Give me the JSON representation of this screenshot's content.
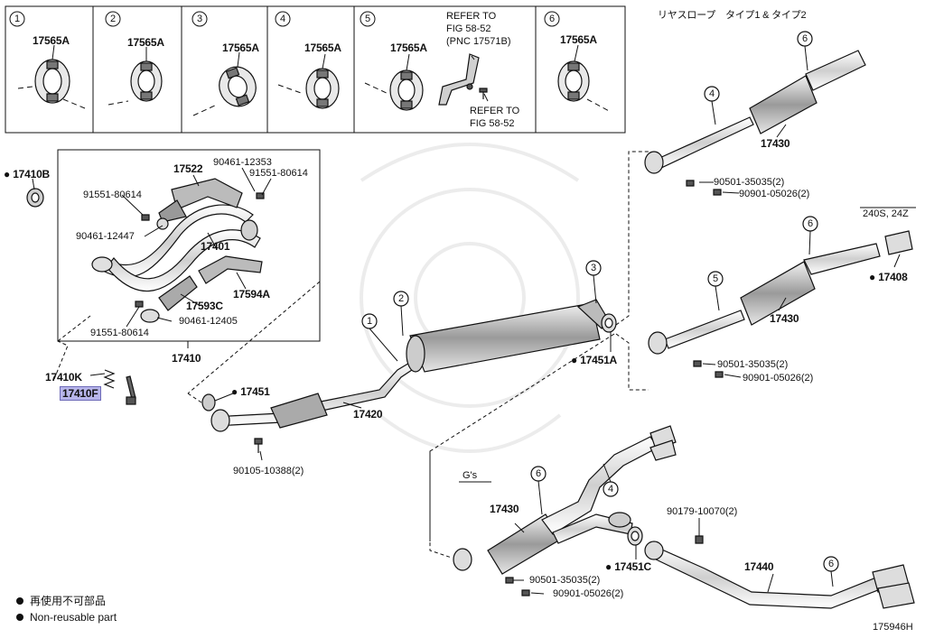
{
  "panels": [
    {
      "num": "1",
      "part": "17565A"
    },
    {
      "num": "2",
      "part": "17565A"
    },
    {
      "num": "3",
      "part": "17565A"
    },
    {
      "num": "4",
      "part": "17565A"
    },
    {
      "num": "5",
      "part": "17565A",
      "ref1": [
        "REFER TO",
        "FIG 58-52",
        "(PNC 17571B)"
      ],
      "ref2": [
        "REFER TO",
        "FIG 58-52"
      ]
    },
    {
      "num": "6",
      "part": "17565A"
    }
  ],
  "variant_labels": {
    "rear_slope": "リヤスロープ　タイプ1 & タイプ2",
    "grade_240": "240S, 24Z",
    "gs": "G's"
  },
  "callouts": [
    "1",
    "2",
    "3",
    "4",
    "5",
    "6"
  ],
  "parts": {
    "p17410B": "17410B",
    "p17522": "17522",
    "p90461_12353": "90461-12353",
    "p91551_80614a": "91551-80614",
    "p91551_80614b": "91551-80614",
    "p90461_12447": "90461-12447",
    "p17401": "17401",
    "p17594A": "17594A",
    "p17593C": "17593C",
    "p91551_80614c": "91551-80614",
    "p90461_12405": "90461-12405",
    "p17410": "17410",
    "p17410K": "17410K",
    "p17410F": "17410F",
    "p17451": "17451",
    "p17420": "17420",
    "p90105_10388": "90105-10388(2)",
    "p17451A": "17451A",
    "p17430a": "17430",
    "p90501_a": "90501-35035(2)",
    "p90901_a": "90901-05026(2)",
    "p17408": "17408",
    "p17430b": "17430",
    "p90501_b": "90501-35035(2)",
    "p90901_b": "90901-05026(2)",
    "p17430c": "17430",
    "p90179": "90179-10070(2)",
    "p17451C": "17451C",
    "p17440": "17440",
    "p90501_c": "90501-35035(2)",
    "p90901_c": "90901-05026(2)"
  },
  "legend": {
    "jp": "再使用不可部品",
    "en": "Non-reusable part"
  },
  "figure_id": "175946H",
  "colors": {
    "line": "#111111",
    "highlight": "#b7b5ea",
    "part_fill": "#d9d9d9",
    "shade": "#8a8a8a"
  }
}
